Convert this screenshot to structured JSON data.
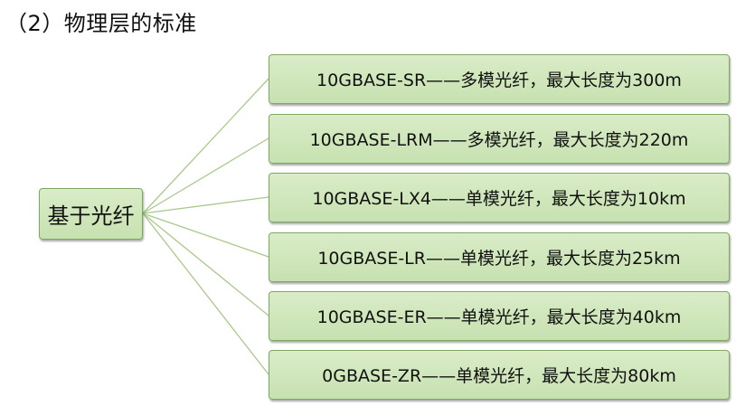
{
  "heading": "（2）物理层的标准",
  "root": {
    "label": "基于光纤"
  },
  "standards": [
    {
      "label": "10GBASE-SR——多模光纤，最大长度为300m"
    },
    {
      "label": "10GBASE-LRM——多模光纤，最大长度为220m"
    },
    {
      "label": "10GBASE-LX4——单模光纤，最大长度为10km"
    },
    {
      "label": "10GBASE-LR——单模光纤，最大长度为25km"
    },
    {
      "label": "10GBASE-ER——单模光纤，最大长度为40km"
    },
    {
      "label": "0GBASE-ZR——单模光纤，最大长度为80km"
    }
  ],
  "colors": {
    "box_fill": "#d1e7bc",
    "box_border": "#7fa865",
    "connector": "#a9c98c"
  }
}
